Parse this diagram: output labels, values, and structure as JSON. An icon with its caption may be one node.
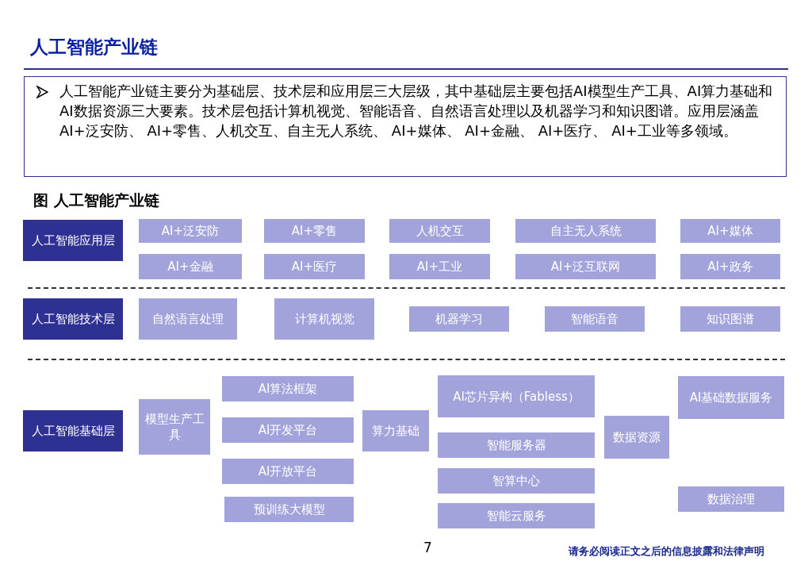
{
  "diagram": {
    "title": "人工智能产业链",
    "nodes": [
      {
        "text": [
          "人工智能产业链主要分为基础层、技术层和应用层三大层级，其中基础层主要包括AI模型生产工具、AI算力基础和AI数据资源三大要素。技术层包括计算机视觉、智能语音、自然语言处理以及机器学习和知识图谱。应用层涵盖AI+泛安防、 AI+零售、人机交互、自主无人系统、 AI+媒体、 AI+金融、 AI+医疗、 AI+工业等多领域。"
        ]
      },
      {
        "text": [
          "人工智能应用层"
        ]
      },
      {
        "text": [
          "AI+泛安防"
        ]
      },
      {
        "text": [
          "AI+零售"
        ]
      },
      {
        "text": [
          "人机交互"
        ]
      },
      {
        "text": [
          "自主无人系统"
        ]
      },
      {
        "text": [
          "AI+媒体"
        ]
      },
      {
        "text": [
          "AI+金融"
        ]
      },
      {
        "text": [
          "AI+医疗"
        ]
      },
      {
        "text": [
          "AI+工业"
        ]
      },
      {
        "text": [
          "AI+泛互联网"
        ]
      },
      {
        "text": [
          "AI+政务"
        ]
      },
      {
        "text": [
          "人工智能技术层"
        ]
      },
      {
        "text": [
          "自然语言处理"
        ]
      },
      {
        "text": [
          "计算机视觉"
        ]
      },
      {
        "text": [
          "机器学习"
        ]
      },
      {
        "text": [
          "智能语音"
        ]
      },
      {
        "text": [
          "知识图谱"
        ]
      },
      {
        "text": [
          "人工智能基础层"
        ]
      },
      {
        "text": [
          "模型生产工具"
        ]
      },
      {
        "text": [
          "AI算法框架"
        ]
      },
      {
        "text": [
          "AI开发平台"
        ]
      },
      {
        "text": [
          "AI开放平台"
        ]
      },
      {
        "text": [
          "预训练大模型"
        ]
      },
      {
        "text": [
          "算力基础"
        ]
      },
      {
        "text": [
          "AI芯片异构（Fabless）"
        ]
      },
      {
        "text": [
          "智能服务器"
        ]
      },
      {
        "text": [
          "智算中心"
        ]
      },
      {
        "text": [
          "智能云服务"
        ]
      },
      {
        "text": [
          "数据资源"
        ]
      },
      {
        "text": [
          "AI基础数据服务"
        ]
      },
      {
        "text": [
          "数据治理"
        ]
      }
    ],
    "labels": [
      "图 人工智能产业链",
      "7",
      "请务必阅读正文之后的信息披露和法律声明"
    ]
  }
}
